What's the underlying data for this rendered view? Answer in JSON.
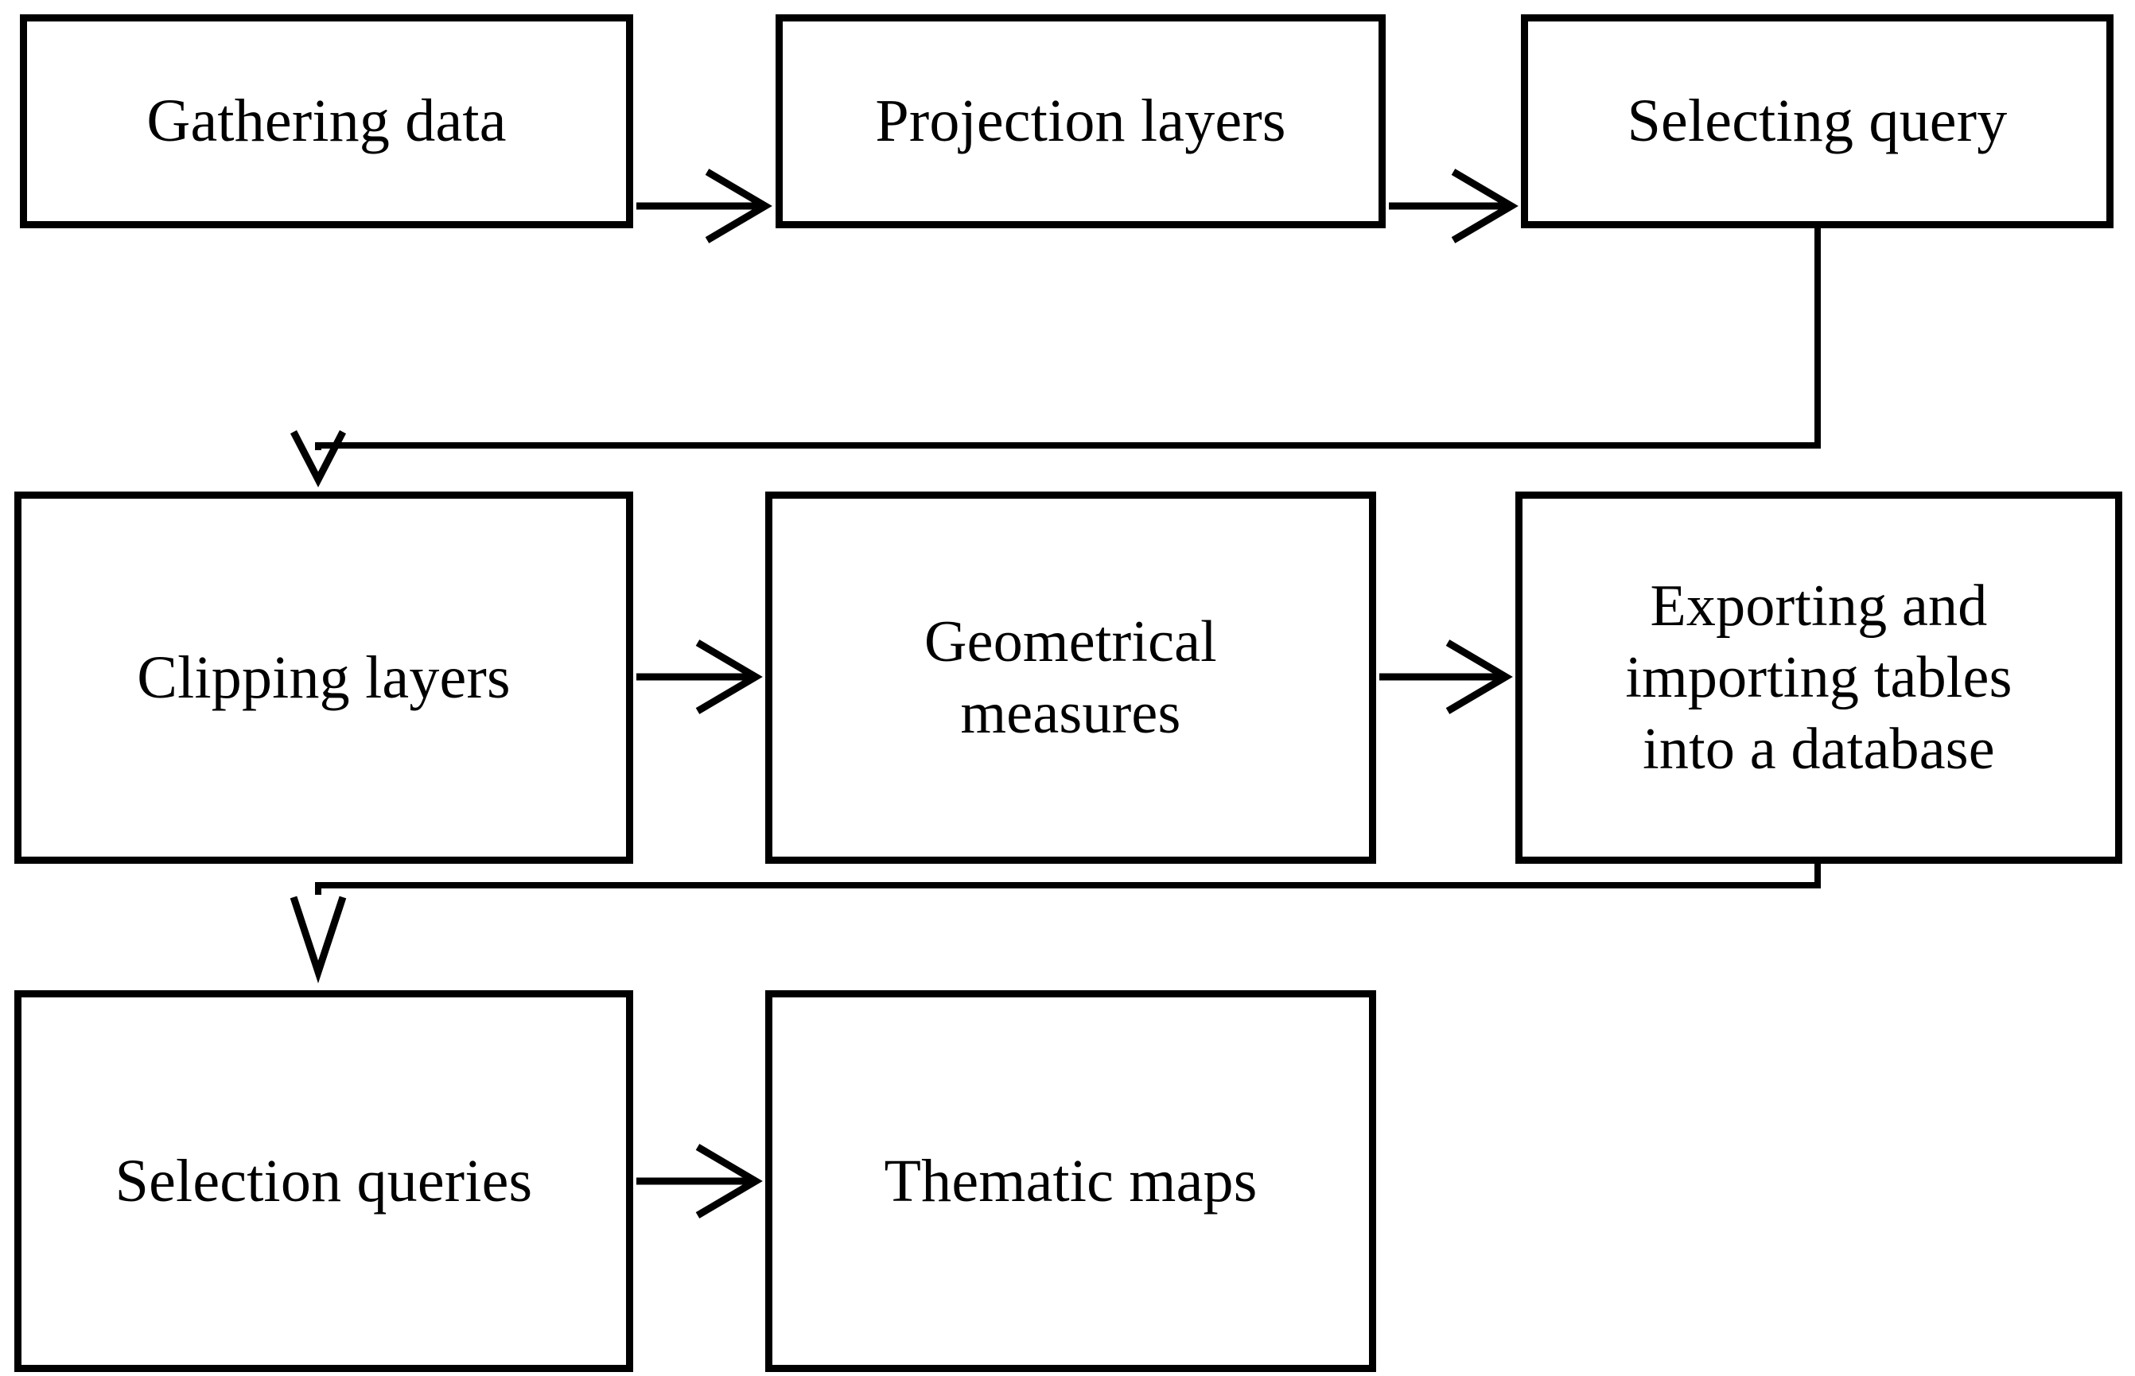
{
  "diagram": {
    "title": "GIS data processing workflow flowchart",
    "type": "flowchart",
    "background_color": "#ffffff",
    "line_color": "#000000",
    "text_color": "#000000",
    "rows": [
      {
        "row_index": 1,
        "nodes": [
          {
            "id": "gathering-data",
            "label": "Gathering data"
          },
          {
            "id": "projection-layers",
            "label": "Projection layers"
          },
          {
            "id": "selecting-query",
            "label": "Selecting query"
          }
        ]
      },
      {
        "row_index": 2,
        "nodes": [
          {
            "id": "clipping-layers",
            "label": "Clipping layers"
          },
          {
            "id": "geometrical-measures",
            "label": "Geometrical\nmeasures"
          },
          {
            "id": "exporting-importing-tables",
            "label": "Exporting and\nimporting tables\ninto a database"
          }
        ]
      },
      {
        "row_index": 3,
        "nodes": [
          {
            "id": "selection-queries",
            "label": "Selection queries"
          },
          {
            "id": "thematic-maps",
            "label": "Thematic maps"
          }
        ]
      }
    ],
    "connections": [
      {
        "from": "gathering-data",
        "to": "projection-layers",
        "style": "straight-right-arrow"
      },
      {
        "from": "projection-layers",
        "to": "selecting-query",
        "style": "straight-right-arrow"
      },
      {
        "from": "selecting-query",
        "to": "clipping-layers",
        "style": "elbow-down-left-arrow"
      },
      {
        "from": "clipping-layers",
        "to": "geometrical-measures",
        "style": "straight-right-arrow"
      },
      {
        "from": "geometrical-measures",
        "to": "exporting-importing-tables",
        "style": "straight-right-arrow"
      },
      {
        "from": "exporting-importing-tables",
        "to": "selection-queries",
        "style": "elbow-down-left-arrow"
      },
      {
        "from": "selection-queries",
        "to": "thematic-maps",
        "style": "straight-right-arrow"
      }
    ]
  }
}
